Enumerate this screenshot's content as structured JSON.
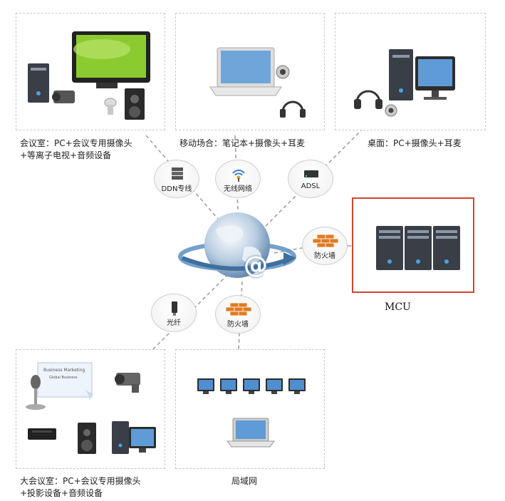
{
  "panels": {
    "meeting_room": {
      "caption_line1": "会议室：PC+会议专用摄像头",
      "caption_line2": "+等离子电视+音频设备"
    },
    "mobile": {
      "caption_line1": "移动场合：笔记本+摄像头+耳麦"
    },
    "desktop": {
      "caption_line1": "桌面：PC+摄像头+耳麦"
    },
    "large_meeting_room": {
      "caption_line1": "大会议室：PC+会议专用摄像头",
      "caption_line2": "+投影设备+音频设备"
    },
    "lan": {
      "caption_line1": "局域网"
    }
  },
  "nodes": {
    "ddn": "DDN专线",
    "wireless": "无线网络",
    "adsl": "ADSL",
    "firewall_right": "防火墙",
    "fiber": "光纤",
    "firewall_bottom": "防火墙"
  },
  "mcu": {
    "label": "MCU"
  },
  "projector_screen_text": {
    "line1": "Business Marketing",
    "line2": "Global Business"
  },
  "center_symbol": "@",
  "colors": {
    "accent_red": "#d3442f",
    "firewall_orange": "#e07b22",
    "globe_blue": "#5a8fc4"
  }
}
